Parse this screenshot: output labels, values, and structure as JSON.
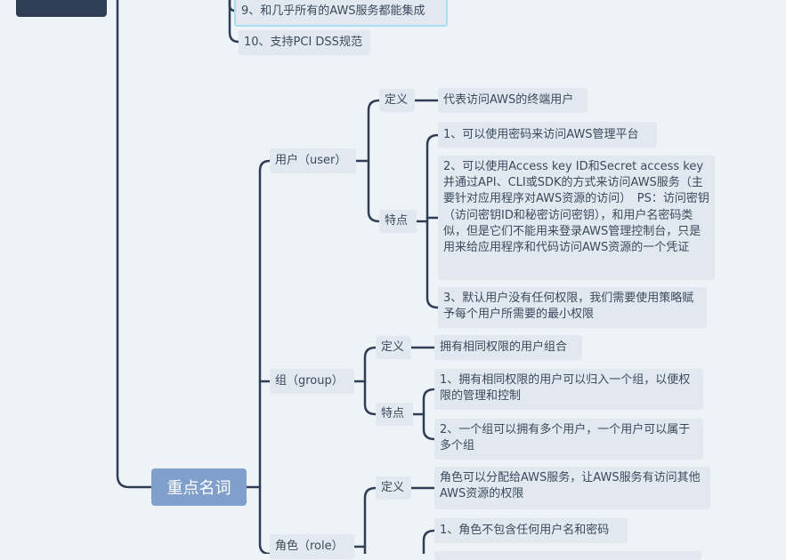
{
  "mindmap": {
    "root": "重点名词",
    "prev_items": [
      "9、和几乎所有的AWS服务都能集成",
      "10、支持PCI DSS规范"
    ],
    "user": {
      "label": "用户（user）",
      "def_label": "定义",
      "def_text": "代表访问AWS的终端用户",
      "feat_label": "特点",
      "features": [
        "1、可以使用密码来访问AWS管理平台",
        "2、可以使用Access key ID和Secret access key并通过API、CLI或SDK的方式来访问AWS服务（主要针对应用程序对AWS资源的访问）　PS：访问密钥（访问密钥ID和秘密访问密钥），和用户名密码类似，但是它们不能用来登录AWS管理控制台，只是用来给应用程序和代码访问AWS资源的一个凭证",
        "3、默认用户没有任何权限，我们需要使用策略赋予每个用户所需要的最小权限"
      ]
    },
    "group": {
      "label": "组（group）",
      "def_label": "定义",
      "def_text": "拥有相同权限的用户组合",
      "feat_label": "特点",
      "features": [
        "1、拥有相同权限的用户可以归入一个组，以便权限的管理和控制",
        "2、一个组可以拥有多个用户，一个用户可以属于多个组"
      ]
    },
    "role": {
      "label": "角色（role）",
      "def_label": "定义",
      "def_text": "角色可以分配给AWS服务，让AWS服务有访问其他AWS资源的权限",
      "features": [
        "1、角色不包含任何用户名和密码"
      ]
    }
  }
}
